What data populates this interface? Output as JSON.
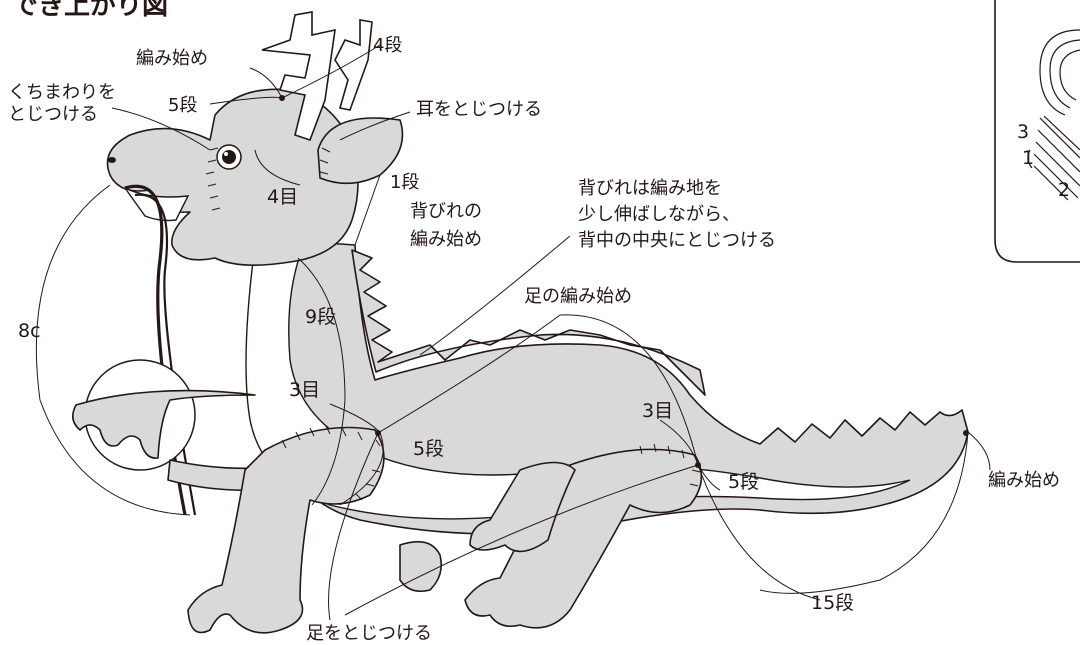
{
  "title": "でき上がり図",
  "labels": {
    "amihajime_head": "編み始め",
    "dan4_top": "4段",
    "kuchi_1": "くちまわりを",
    "kuchi_2": "とじつける",
    "dan5_head": "5段",
    "mimi": "耳をとじつける",
    "me4": "4目",
    "dan1": "1段",
    "sebire_1": "背びれの",
    "sebire_2": "編み始め",
    "sebire_note_1": "背びれは編み地を",
    "sebire_note_2": "少し伸ばしながら、",
    "sebire_note_3": "背中の中央にとじつける",
    "ashi_amihajime": "足の編み始め",
    "size_8c": "8c",
    "dan9": "9段",
    "me3_front": "3目",
    "dan5_front": "5段",
    "me3_back": "3目",
    "dan5_back": "5段",
    "amihajime_tail": "編み始め",
    "dan15": "15段",
    "ashi_toji": "足をとじつける",
    "inset_3": "3",
    "inset_1": "1",
    "inset_2": "2"
  },
  "colors": {
    "body": "#d9d9d9",
    "line": "#231815",
    "belly": "#ffffff"
  }
}
